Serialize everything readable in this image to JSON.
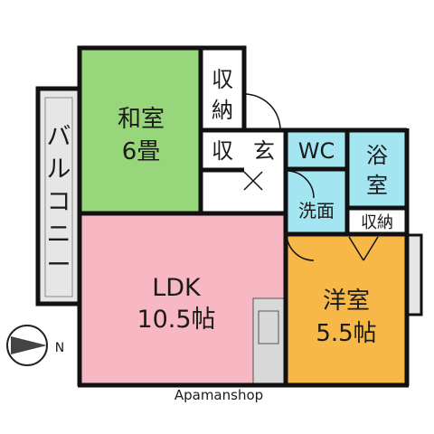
{
  "rooms": {
    "washitsu": {
      "name": "和室",
      "size": "6畳",
      "color": "#97d67a"
    },
    "storage_top": {
      "name_line1": "収",
      "name_line2": "納"
    },
    "storage_small": {
      "name": "収"
    },
    "genkan": {
      "name": "玄"
    },
    "wc": {
      "name": "WC",
      "color": "#a3e6f2"
    },
    "bath": {
      "name_line1": "浴",
      "name_line2": "室",
      "color": "#a3e6f2"
    },
    "senmen": {
      "name": "洗面",
      "color": "#a3e6f2"
    },
    "storage_right": {
      "name": "収納"
    },
    "ldk": {
      "name": "LDK",
      "size": "10.5帖",
      "color": "#f7b8c4"
    },
    "yoshitsu": {
      "name": "洋室",
      "size": "5.5帖",
      "color": "#f7b847"
    },
    "balcony": {
      "chars": [
        "バ",
        "ル",
        "コ",
        "ニ",
        "ー"
      ]
    }
  },
  "compass": {
    "label": "N"
  },
  "watermark": {
    "text": "Apamanshop"
  },
  "colors": {
    "wall": "#111111",
    "storage": "#ffffff",
    "balcony": "#e6e6e6"
  }
}
